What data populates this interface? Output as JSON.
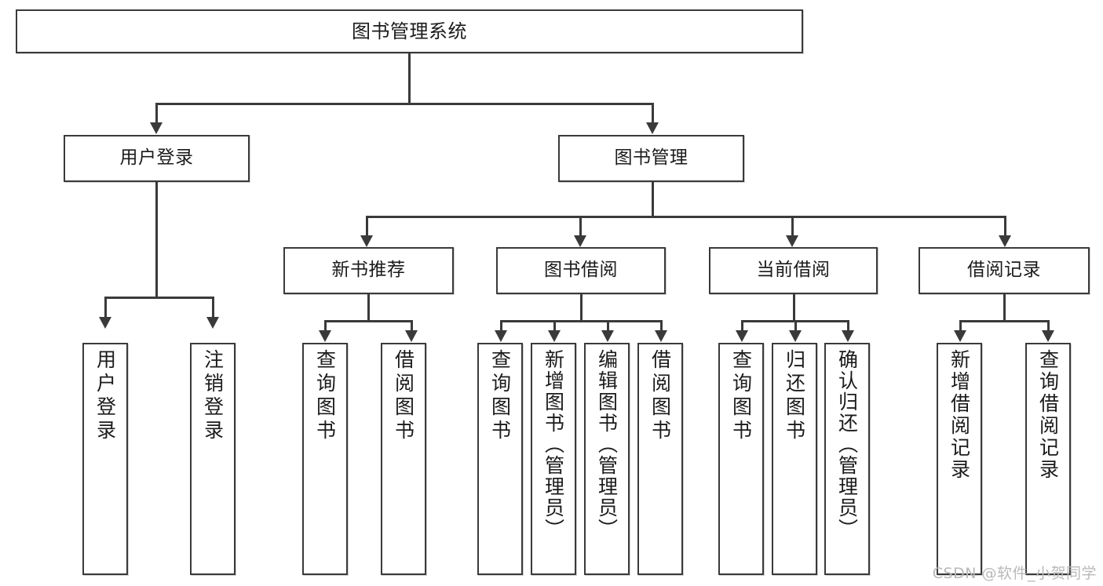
{
  "diagram": {
    "title": "图书管理系统",
    "type": "tree",
    "root": {
      "label": "图书管理系统"
    },
    "level2": [
      {
        "label": "用户登录"
      },
      {
        "label": "图书管理"
      }
    ],
    "level3": [
      {
        "label": "新书推荐"
      },
      {
        "label": "图书借阅"
      },
      {
        "label": "当前借阅"
      },
      {
        "label": "借阅记录"
      }
    ],
    "leaves": {
      "user_login": [
        {
          "label": "用户登录"
        },
        {
          "label": "注销登录"
        }
      ],
      "new_book_recommend": [
        {
          "label": "查询图书"
        },
        {
          "label": "借阅图书"
        }
      ],
      "book_borrow": [
        {
          "label": "查询图书"
        },
        {
          "label": "新增图书（管理员）"
        },
        {
          "label": "编辑图书（管理员）"
        },
        {
          "label": "借阅图书"
        }
      ],
      "current_borrow": [
        {
          "label": "查询图书"
        },
        {
          "label": "归还图书"
        },
        {
          "label": "确认归还（管理员）"
        }
      ],
      "borrow_record": [
        {
          "label": "新增借阅记录"
        },
        {
          "label": "查询借阅记录"
        }
      ]
    }
  },
  "watermark": {
    "text": "CSDN @软件_小贺同学"
  },
  "colors": {
    "border": "#3a3a3a",
    "background": "#ffffff",
    "text": "#1b1b1b",
    "watermark": "#b9b9b9"
  }
}
